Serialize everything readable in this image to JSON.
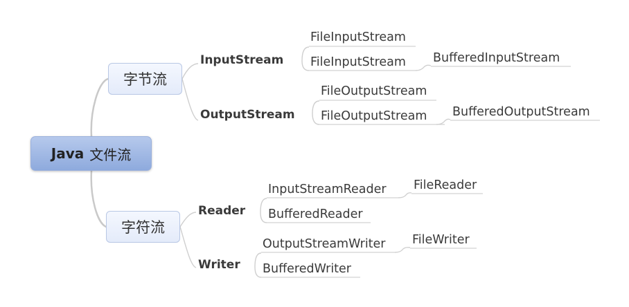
{
  "root": {
    "label_en": "Java",
    "label_cn": "文件流"
  },
  "categories": {
    "byte": {
      "label": "字节流",
      "input": {
        "label": "InputStream",
        "leaf1": "FileInputStream",
        "leaf2": "FileInputStream",
        "leaf3": "BufferedInputStream"
      },
      "output": {
        "label": "OutputStream",
        "leaf1": "FileOutputStream",
        "leaf2": "FileOutputStream",
        "leaf3": "BufferedOutputStream"
      }
    },
    "char": {
      "label": "字符流",
      "reader": {
        "label": "Reader",
        "leaf1": "InputStreamReader",
        "leaf2": "BufferedReader",
        "leaf3": "FileReader"
      },
      "writer": {
        "label": "Writer",
        "leaf1": "OutputStreamWriter",
        "leaf2": "BufferedWriter",
        "leaf3": "FileWriter"
      }
    }
  },
  "colors": {
    "connector": "#c9c9c9",
    "underline": "#d2d2d2"
  }
}
